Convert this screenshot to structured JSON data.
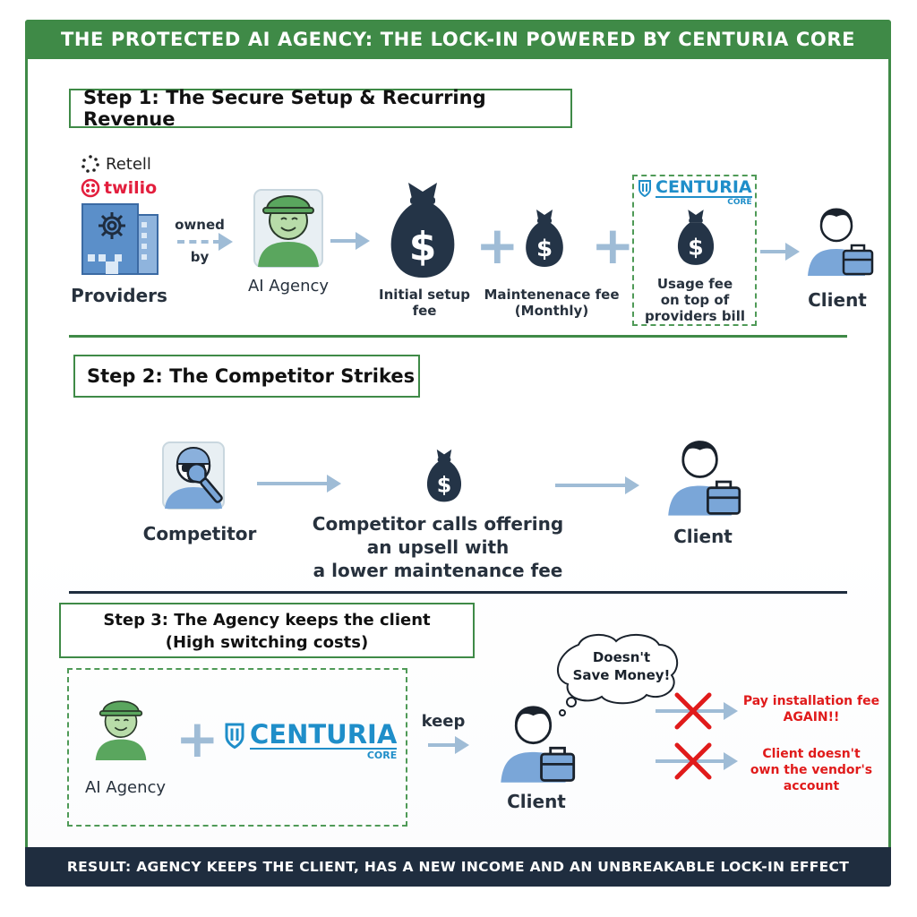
{
  "header": {
    "title": "THE PROTECTED AI AGENCY: THE LOCK-IN POWERED BY CENTURIA CORE"
  },
  "step1": {
    "title": "Step 1: The Secure Setup & Recurring Revenue",
    "retell_logo": "Retell",
    "twilio_logo": "twilio",
    "providers_label": "Providers",
    "owned_label": "owned",
    "by_label": "by",
    "agency_label": "AI Agency",
    "setup_fee_label_1": "Initial setup",
    "setup_fee_label_2": "fee",
    "maintenance_label_1": "Maintenenace fee",
    "maintenance_label_2": "(Monthly)",
    "centuria_logo": "CENTURIA",
    "centuria_sub": "CORE",
    "usage_label_1": "Usage fee",
    "usage_label_2": "on top of",
    "usage_label_3": "providers bill",
    "client_label": "Client"
  },
  "step2": {
    "title": "Step 2: The Competitor Strikes",
    "competitor_label": "Competitor",
    "offer_line_1": "Competitor calls offering",
    "offer_line_2": "an upsell with",
    "offer_line_3": "a lower maintenance fee",
    "client_label": "Client"
  },
  "step3": {
    "title_line_1": "Step 3: The Agency keeps the client",
    "title_line_2": "(High switching costs)",
    "agency_label": "AI Agency",
    "centuria_logo": "CENTURIA",
    "centuria_sub": "CORE",
    "keep_label": "keep",
    "thought_line_1": "Doesn't",
    "thought_line_2": "Save Money!",
    "client_label": "Client",
    "reason_1_line_1": "Pay installation fee",
    "reason_1_line_2": "AGAIN!!",
    "reason_2_line_1": "Client doesn't",
    "reason_2_line_2": "own the vendor's",
    "reason_2_line_3": "account"
  },
  "footer": {
    "result": "RESULT: AGENCY KEEPS THE CLIENT, HAS A NEW INCOME AND AN UNBREAKABLE LOCK-IN EFFECT"
  },
  "colors": {
    "green": "#3f8a47",
    "navy": "#1f2d3f",
    "arrow": "#9fbcd6",
    "red": "#e01b1b",
    "brand_blue": "#1f8ec9"
  }
}
